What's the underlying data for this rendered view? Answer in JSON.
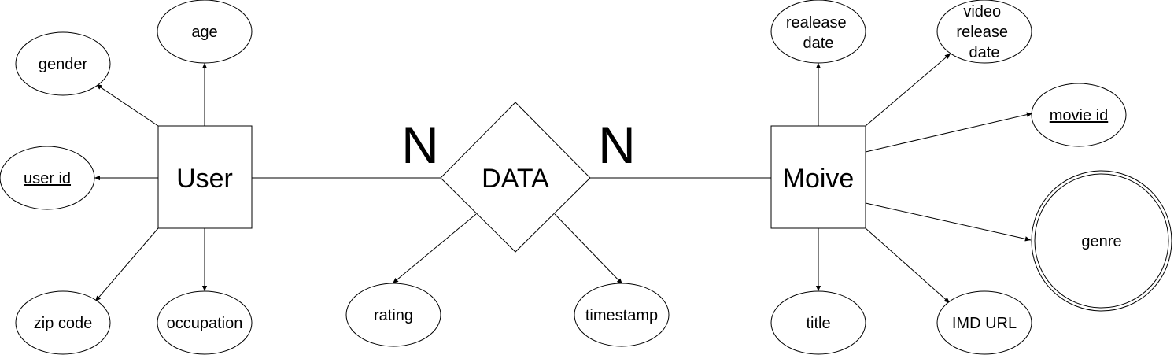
{
  "entities": {
    "user": "User",
    "relationship": "DATA",
    "movie": "Moive"
  },
  "cardinality": {
    "left": "N",
    "right": "N"
  },
  "user_attributes": {
    "age": "age",
    "gender": "gender",
    "user_id": "user id",
    "zip_code": "zip code",
    "occupation": "occupation"
  },
  "data_attributes": {
    "rating": "rating",
    "timestamp": "timestamp"
  },
  "movie_attributes": {
    "release_date_line1": "realease",
    "release_date_line2": "date",
    "video_release_line1": "video",
    "video_release_line2": "release",
    "video_release_line3": "date",
    "movie_id": "movie id",
    "genre": "genre",
    "title": "title",
    "imd_url": "IMD URL"
  }
}
